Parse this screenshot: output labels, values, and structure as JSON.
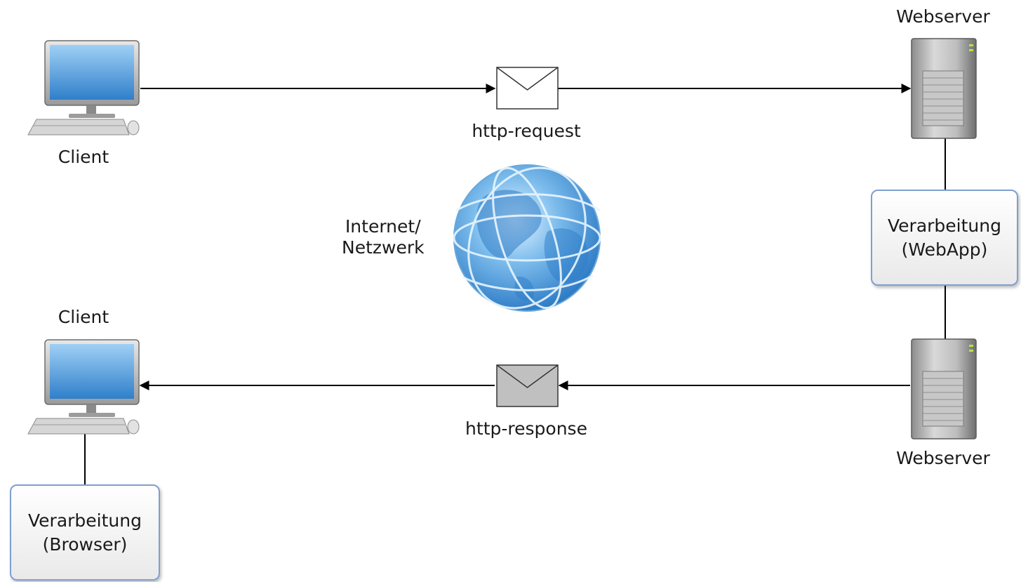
{
  "client_top": {
    "label": "Client"
  },
  "client_bottom": {
    "label": "Client"
  },
  "webserver_top": {
    "label": "Webserver"
  },
  "webserver_bottom": {
    "label": "Webserver"
  },
  "request": {
    "label": "http-request"
  },
  "response": {
    "label": "http-response"
  },
  "internet": {
    "line1": "Internet/",
    "line2": "Netzwerk"
  },
  "webapp_box": {
    "line1": "Verarbeitung",
    "line2": "(WebApp)"
  },
  "browser_box": {
    "line1": "Verarbeitung",
    "line2": "(Browser)"
  },
  "colors": {
    "connector": "#000000",
    "box_border": "#7f9fcf",
    "screen_blue": "#4a95d6",
    "globe_blue": "#3f8fd2",
    "response_envelope": "#c0c0c0",
    "request_envelope": "#ffffff"
  },
  "icons": [
    "computer-icon",
    "server-icon",
    "envelope-icon",
    "globe-icon"
  ]
}
